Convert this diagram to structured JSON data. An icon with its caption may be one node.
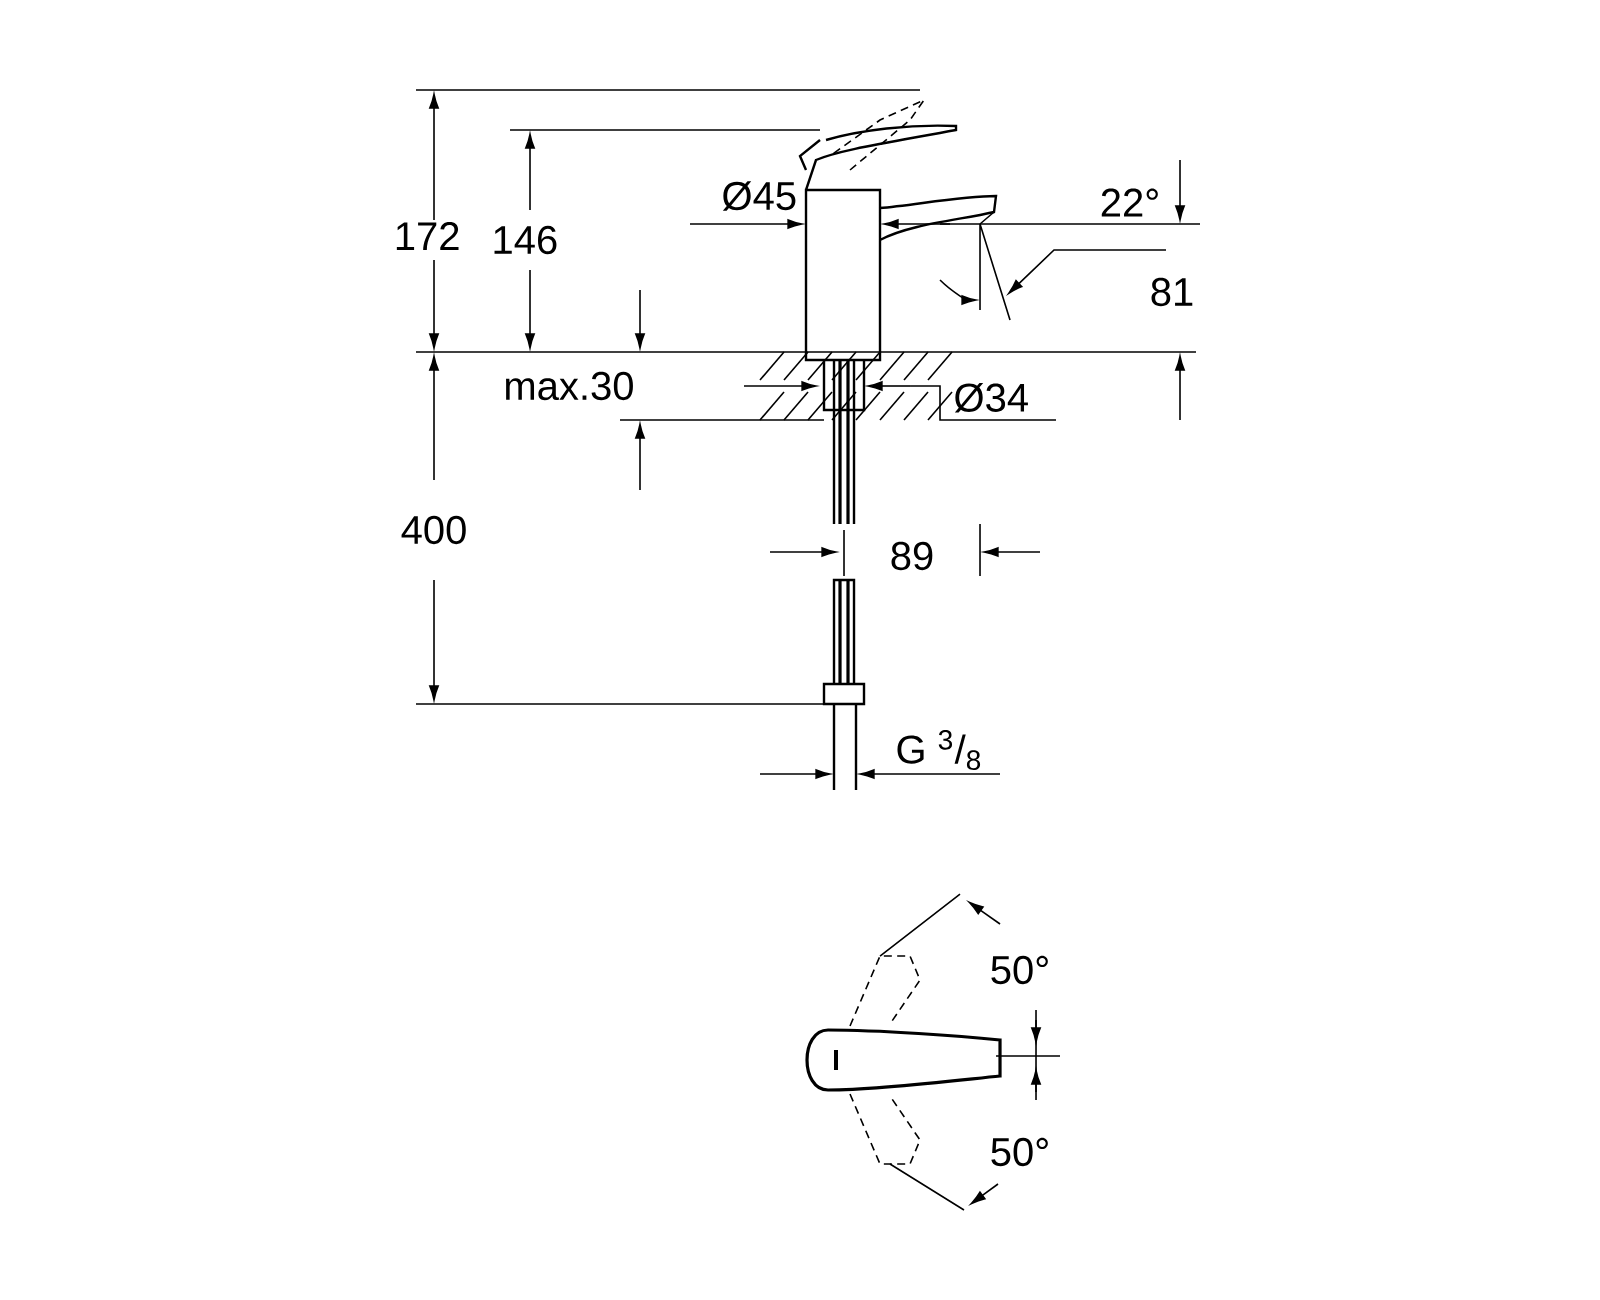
{
  "diagram": {
    "labels": [
      "172",
      "146",
      "Ø45",
      "22°",
      "81",
      "max.30",
      "Ø34",
      "400",
      "89",
      "G $^{3}$/$_{8}$",
      "50°",
      "50°"
    ]
  }
}
